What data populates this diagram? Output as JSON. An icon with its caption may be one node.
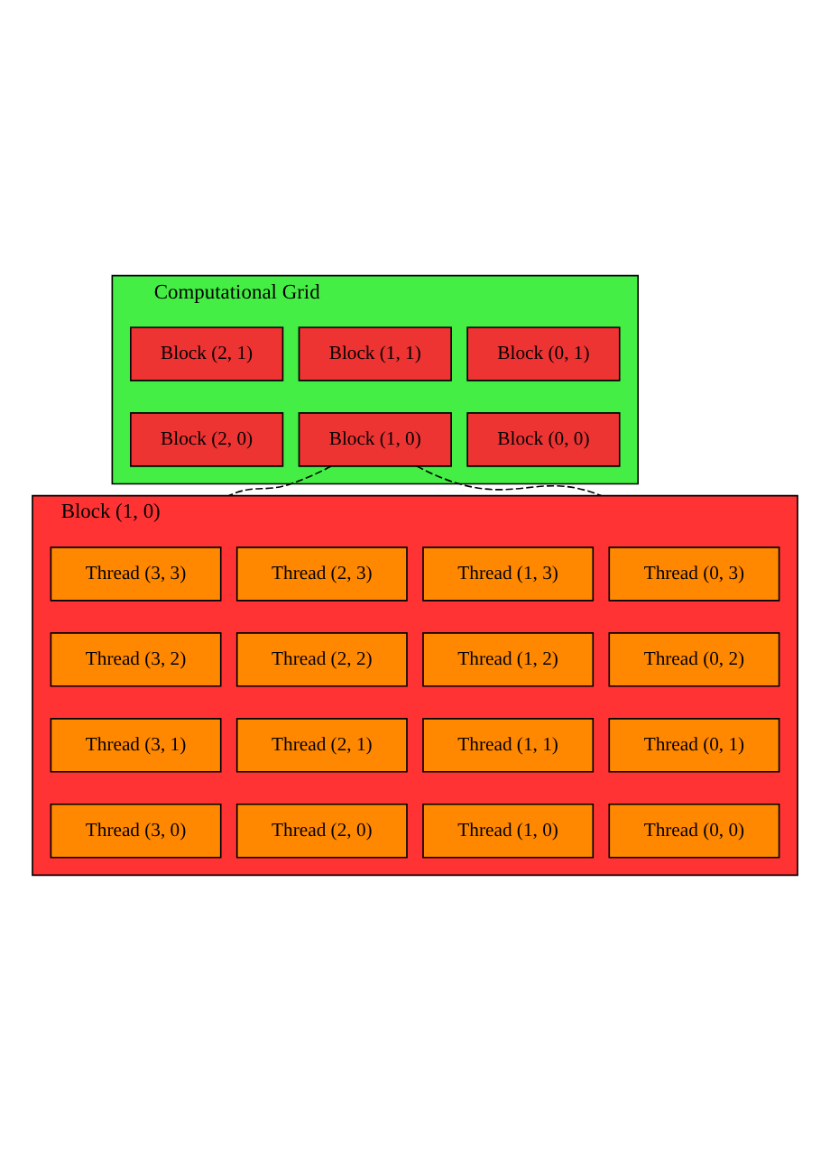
{
  "diagram": {
    "nodes": [
      {
        "text": [
          "Computational Grid"
        ]
      },
      {
        "text": [
          "Block (0, 1)"
        ],
        "in": 0
      },
      {
        "text": [
          "Block (1, 1)"
        ],
        "in": 0
      },
      {
        "text": [
          "Block (2, 1)"
        ],
        "in": 0
      },
      {
        "text": [
          "Block (0, 0)"
        ],
        "in": 0
      },
      {
        "text": [
          "Block (1, 0)"
        ],
        "in": 0
      },
      {
        "text": [
          "Block (2, 0)"
        ],
        "in": 0
      },
      {
        "text": [
          "Block (1, 0)"
        ]
      },
      {
        "text": [
          "Thread (0, 3)"
        ],
        "in": 7
      },
      {
        "text": [
          "Thread (1, 3)"
        ],
        "in": 7
      },
      {
        "text": [
          "Thread (2, 3)"
        ],
        "in": 7
      },
      {
        "text": [
          "Thread (3, 3)"
        ],
        "in": 7
      },
      {
        "text": [
          "Thread (0, 2)"
        ],
        "in": 7
      },
      {
        "text": [
          "Thread (1, 2)"
        ],
        "in": 7
      },
      {
        "text": [
          "Thread (2, 2)"
        ],
        "in": 7
      },
      {
        "text": [
          "Thread (3, 2)"
        ],
        "in": 7
      },
      {
        "text": [
          "Thread (0, 1)"
        ],
        "in": 7
      },
      {
        "text": [
          "Thread (1, 1)"
        ],
        "in": 7
      },
      {
        "text": [
          "Thread (2, 1)"
        ],
        "in": 7
      },
      {
        "text": [
          "Thread (3, 1)"
        ],
        "in": 7
      },
      {
        "text": [
          "Thread (0, 0)"
        ],
        "in": 7
      },
      {
        "text": [
          "Thread (1, 0)"
        ],
        "in": 7
      },
      {
        "text": [
          "Thread (2, 0)"
        ],
        "in": 7
      },
      {
        "text": [
          "Thread (3, 0)"
        ],
        "in": 7
      }
    ],
    "edges": [
      {
        "from": 5,
        "to": 7,
        "arrow": "none",
        "style": "dashed"
      },
      {
        "from": 5,
        "to": 7,
        "arrow": "none",
        "style": "dashed"
      }
    ]
  }
}
